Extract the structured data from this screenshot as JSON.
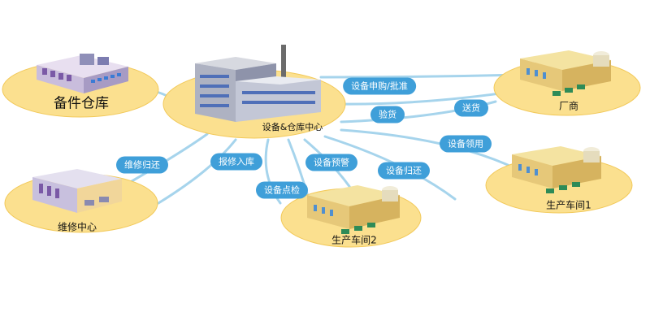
{
  "nodes": {
    "spare_warehouse": "备件仓库",
    "center": "设备&仓库中心",
    "manufacturer": "厂商",
    "repair_center": "维修中心",
    "workshop1": "生产车间1",
    "workshop2": "生产车间2"
  },
  "links": {
    "purchase_approval": "设备申购/批准",
    "inspection": "验货",
    "delivery": "送货",
    "equipment_requisition": "设备领用",
    "repair_return": "维修归还",
    "repair_in": "报修入库",
    "equipment_warning": "设备预警",
    "spot_check": "设备点检",
    "equipment_return": "设备归还"
  },
  "colors": {
    "ellipse": "#fbe08f",
    "ellipse_edge": "#f2c95a",
    "connector": "#a6d4ec",
    "pill": "#3f9fd9"
  }
}
